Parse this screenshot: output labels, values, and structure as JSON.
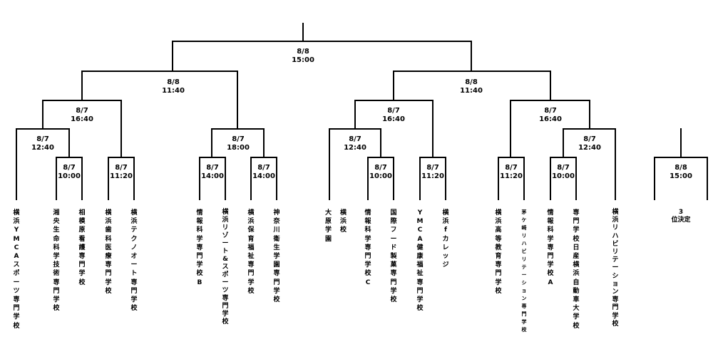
{
  "matches": [
    {
      "id": "final",
      "date": "8/8",
      "time": "15:00"
    },
    {
      "id": "sf1",
      "date": "8/8",
      "time": "11:40"
    },
    {
      "id": "sf2",
      "date": "8/8",
      "time": "11:40"
    },
    {
      "id": "qf1",
      "date": "8/7",
      "time": "16:40"
    },
    {
      "id": "qf2",
      "date": "8/7",
      "time": "18:00"
    },
    {
      "id": "qf3",
      "date": "8/7",
      "time": "16:40"
    },
    {
      "id": "qf4",
      "date": "8/7",
      "time": "16:40"
    },
    {
      "id": "r2a",
      "date": "8/7",
      "time": "12:40"
    },
    {
      "id": "r2b",
      "date": "8/7",
      "time": "12:40"
    },
    {
      "id": "r2c",
      "date": "8/7",
      "time": "12:40"
    },
    {
      "id": "r1a",
      "date": "8/7",
      "time": "10:00"
    },
    {
      "id": "r1b",
      "date": "8/7",
      "time": "11:20"
    },
    {
      "id": "r1c",
      "date": "8/7",
      "time": "14:00"
    },
    {
      "id": "r1d",
      "date": "8/7",
      "time": "14:00"
    },
    {
      "id": "r1e",
      "date": "8/7",
      "time": "10:00"
    },
    {
      "id": "r1f",
      "date": "8/7",
      "time": "11:20"
    },
    {
      "id": "r1g",
      "date": "8/7",
      "time": "11:20"
    },
    {
      "id": "r1h",
      "date": "8/7",
      "time": "10:00"
    },
    {
      "id": "third",
      "date": "8/8",
      "time": "15:00"
    }
  ],
  "teams": [
    "横浜YMCAスポーツ専門学校",
    "湘央生命科学技術専門学校",
    "相模原看護専門学校",
    "横浜歯科医療専門学校",
    "横浜テクノオート専門学校",
    "情報科学専門学校B",
    "横浜リゾート&スポーツ専門学校",
    "横浜保育福祉専門学校",
    "神奈川衛生学園専門学校",
    "大原学園",
    "横浜校",
    "情報科学専門学校C",
    "国際フード製菓専門学校",
    "YMCA健康福祉専門学校",
    "横浜fカレッジ",
    "横浜高等教育専門学校",
    "茅ケ崎リハビリテーション専門学校",
    "情報科学専門学校A",
    "専門学校日産横浜自動車大学校",
    "横浜リハビリテーション専門学校"
  ],
  "third_place": {
    "line1": "3",
    "line2": "位決定"
  }
}
